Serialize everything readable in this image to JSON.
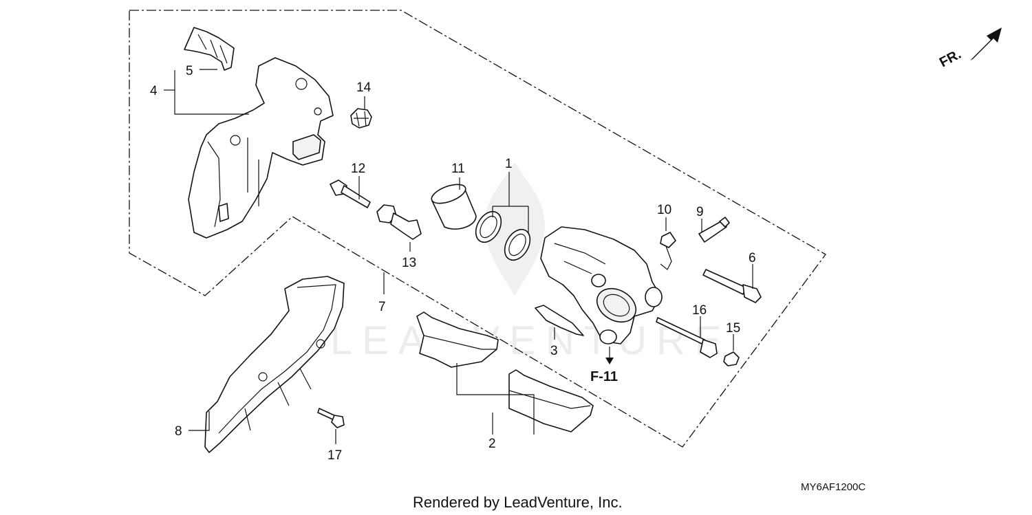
{
  "orientation": {
    "label": "FR."
  },
  "callouts": [
    {
      "id": "1",
      "text": "1"
    },
    {
      "id": "2",
      "text": "2"
    },
    {
      "id": "3",
      "text": "3"
    },
    {
      "id": "4",
      "text": "4"
    },
    {
      "id": "5",
      "text": "5"
    },
    {
      "id": "6",
      "text": "6"
    },
    {
      "id": "7",
      "text": "7"
    },
    {
      "id": "8",
      "text": "8"
    },
    {
      "id": "9",
      "text": "9"
    },
    {
      "id": "10",
      "text": "10"
    },
    {
      "id": "11",
      "text": "11"
    },
    {
      "id": "12",
      "text": "12"
    },
    {
      "id": "13",
      "text": "13"
    },
    {
      "id": "14",
      "text": "14"
    },
    {
      "id": "15",
      "text": "15"
    },
    {
      "id": "16",
      "text": "16"
    },
    {
      "id": "17",
      "text": "17"
    }
  ],
  "reference": {
    "label": "F-11"
  },
  "diagram_code": "MY6AF1200C",
  "footer": {
    "credit": "Rendered by LeadVenture, Inc."
  },
  "watermark": {
    "text": "LEADVENTURE"
  },
  "colors": {
    "line": "#111111",
    "background": "#ffffff",
    "watermark": "#e6e6e6"
  }
}
